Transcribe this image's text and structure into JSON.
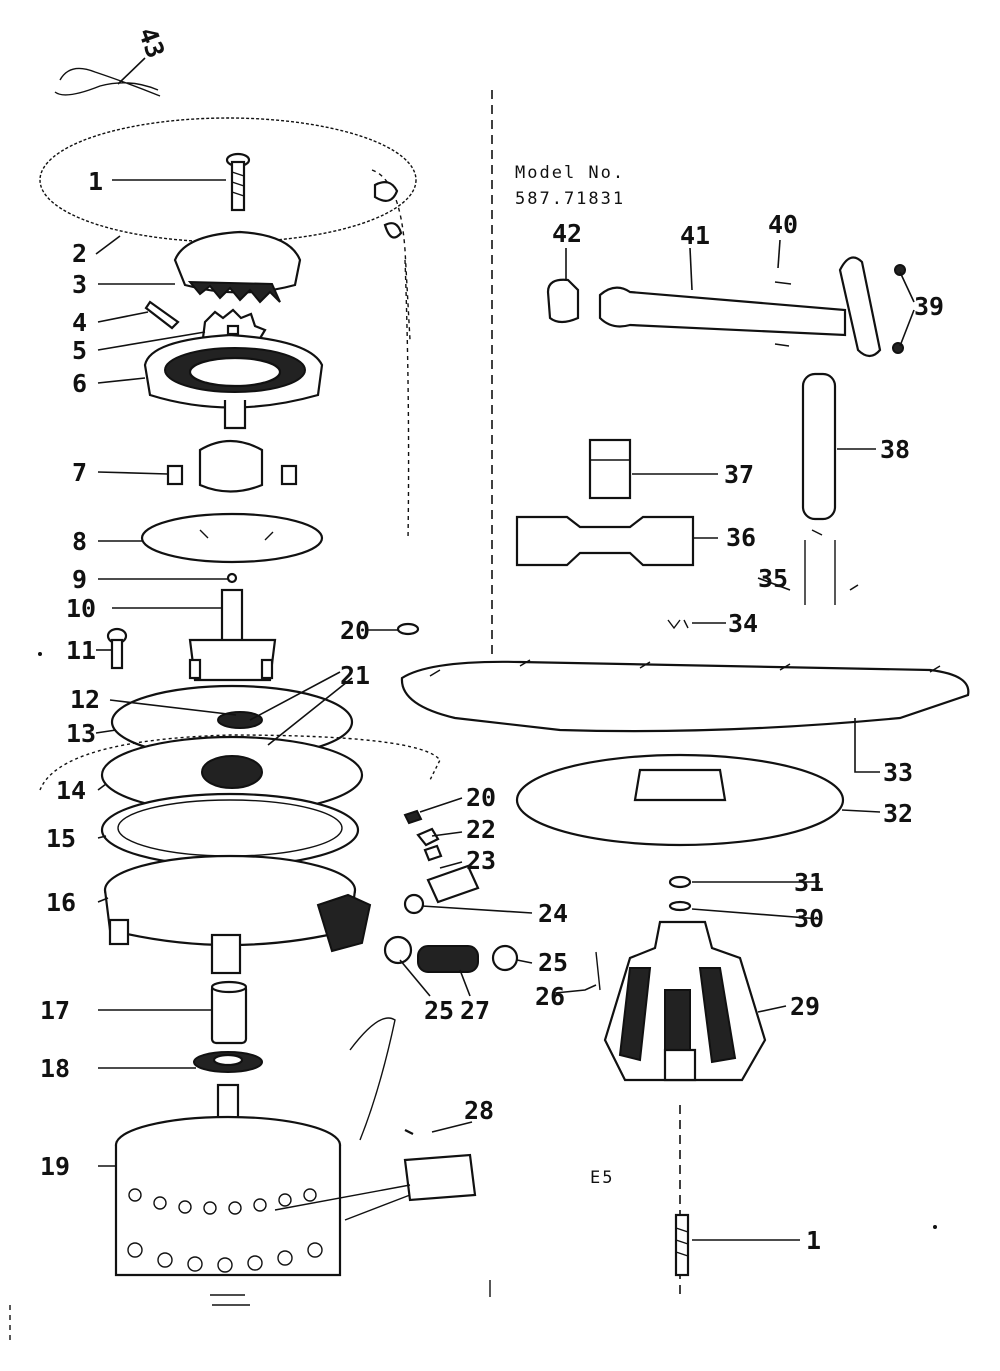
{
  "model": {
    "line1": "Model No.",
    "line2": "587.71831"
  },
  "section_code": "E5",
  "part_labels": {
    "p1": "1",
    "p2": "2",
    "p3": "3",
    "p4": "4",
    "p5": "5",
    "p6": "6",
    "p7": "7",
    "p8": "8",
    "p9": "9",
    "p10": "10",
    "p11": "11",
    "p12": "12",
    "p13": "13",
    "p14": "14",
    "p15": "15",
    "p16": "16",
    "p17": "17",
    "p18": "18",
    "p19": "19",
    "p20a": "20",
    "p20b": "20",
    "p21": "21",
    "p22": "22",
    "p23": "23",
    "p24": "24",
    "p25a": "25",
    "p25b": "25",
    "p26": "26",
    "p27": "27",
    "p28": "28",
    "p29": "29",
    "p30": "30",
    "p31": "31",
    "p32": "32",
    "p33": "33",
    "p34": "34",
    "p35": "35",
    "p36": "36",
    "p37": "37",
    "p38": "38",
    "p39": "39",
    "p40": "40",
    "p41": "41",
    "p42": "42",
    "p43": "43",
    "p1b": "1"
  }
}
